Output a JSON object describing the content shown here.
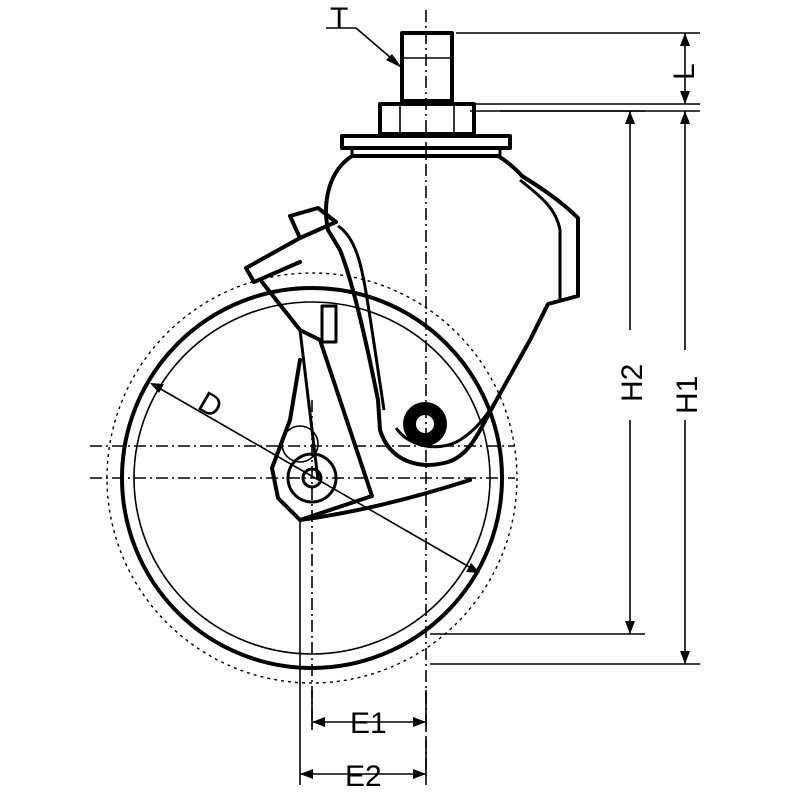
{
  "labels": {
    "T": "T",
    "L": "L",
    "H1": "H1",
    "H2": "H2",
    "D": "D",
    "E1": "E1",
    "E2": "E2"
  },
  "colors": {
    "line": "#000000",
    "background": "#ffffff"
  }
}
